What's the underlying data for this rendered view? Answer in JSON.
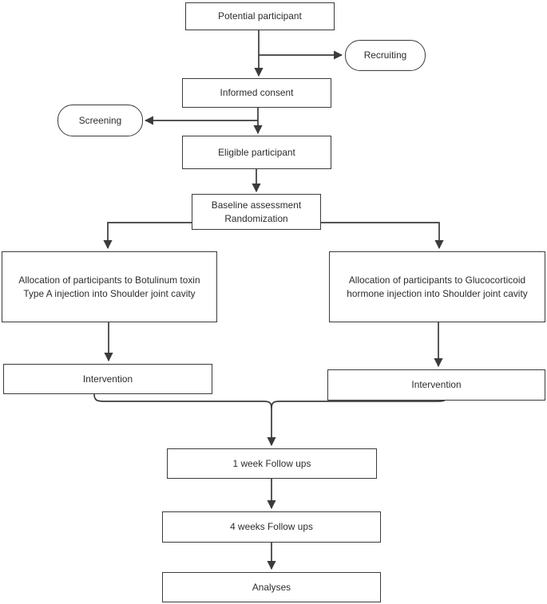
{
  "diagram": {
    "title": "Clinical trial participant flow diagram",
    "type": "flowchart",
    "stroke_color": "#3b3b3d",
    "text_color": "#2b2b2d",
    "background_color": "#ffffff",
    "nodes": [
      {
        "id": "potential-participant",
        "label": "Potential participant",
        "shape": "rectangle"
      },
      {
        "id": "recruiting",
        "label": "Recruiting",
        "shape": "rounded-rectangle"
      },
      {
        "id": "informed-consent",
        "label": "Informed consent",
        "shape": "rectangle"
      },
      {
        "id": "screening",
        "label": "Screening",
        "shape": "rounded-rectangle"
      },
      {
        "id": "eligible-participant",
        "label": "Eligible participant",
        "shape": "rectangle"
      },
      {
        "id": "baseline-randomization",
        "label": "Baseline assessment\nRandomization",
        "shape": "rectangle"
      },
      {
        "id": "allocation-botulinum",
        "label": "Allocation of participants to Botulinum toxin Type A injection into Shoulder joint cavity",
        "shape": "rectangle"
      },
      {
        "id": "allocation-glucocorticoid",
        "label": "Allocation of participants to Glucocorticoid hormone injection into Shoulder joint cavity",
        "shape": "rectangle"
      },
      {
        "id": "intervention-left",
        "label": "Intervention",
        "shape": "rectangle"
      },
      {
        "id": "intervention-right",
        "label": "Intervention",
        "shape": "rectangle"
      },
      {
        "id": "followup-1week",
        "label": "1 week Follow ups",
        "shape": "rectangle"
      },
      {
        "id": "followup-4weeks",
        "label": "4 weeks Follow ups",
        "shape": "rectangle"
      },
      {
        "id": "analyses",
        "label": "Analyses",
        "shape": "rectangle"
      }
    ],
    "edges": [
      {
        "from": "potential-participant",
        "to": "recruiting",
        "style": "branch-right-arrow"
      },
      {
        "from": "potential-participant",
        "to": "informed-consent",
        "style": "arrow-down"
      },
      {
        "from": "informed-consent",
        "to": "screening",
        "style": "branch-left-arrow"
      },
      {
        "from": "informed-consent",
        "to": "eligible-participant",
        "style": "arrow-down"
      },
      {
        "from": "eligible-participant",
        "to": "baseline-randomization",
        "style": "arrow-down"
      },
      {
        "from": "baseline-randomization",
        "to": "allocation-botulinum",
        "style": "elbow-left-arrow"
      },
      {
        "from": "baseline-randomization",
        "to": "allocation-glucocorticoid",
        "style": "elbow-right-arrow"
      },
      {
        "from": "allocation-botulinum",
        "to": "intervention-left",
        "style": "arrow-down"
      },
      {
        "from": "allocation-glucocorticoid",
        "to": "intervention-right",
        "style": "arrow-down"
      },
      {
        "from": "intervention-left",
        "to": "followup-1week",
        "style": "brace-merge-arrow"
      },
      {
        "from": "intervention-right",
        "to": "followup-1week",
        "style": "brace-merge-arrow"
      },
      {
        "from": "followup-1week",
        "to": "followup-4weeks",
        "style": "arrow-down"
      },
      {
        "from": "followup-4weeks",
        "to": "analyses",
        "style": "arrow-down"
      }
    ]
  },
  "labels": {
    "potential_participant": "Potential participant",
    "recruiting": "Recruiting",
    "informed_consent": "Informed consent",
    "screening": "Screening",
    "eligible_participant": "Eligible participant",
    "baseline_line1": "Baseline assessment",
    "baseline_line2": "Randomization",
    "allocation_botulinum": "Allocation of participants to Botulinum toxin Type A injection into Shoulder joint cavity",
    "allocation_glucocorticoid": "Allocation of participants to Glucocorticoid hormone injection into Shoulder joint cavity",
    "intervention_left": "Intervention",
    "intervention_right": "Intervention",
    "followup_1week": "1 week Follow ups",
    "followup_4weeks": "4 weeks Follow ups",
    "analyses": "Analyses"
  }
}
